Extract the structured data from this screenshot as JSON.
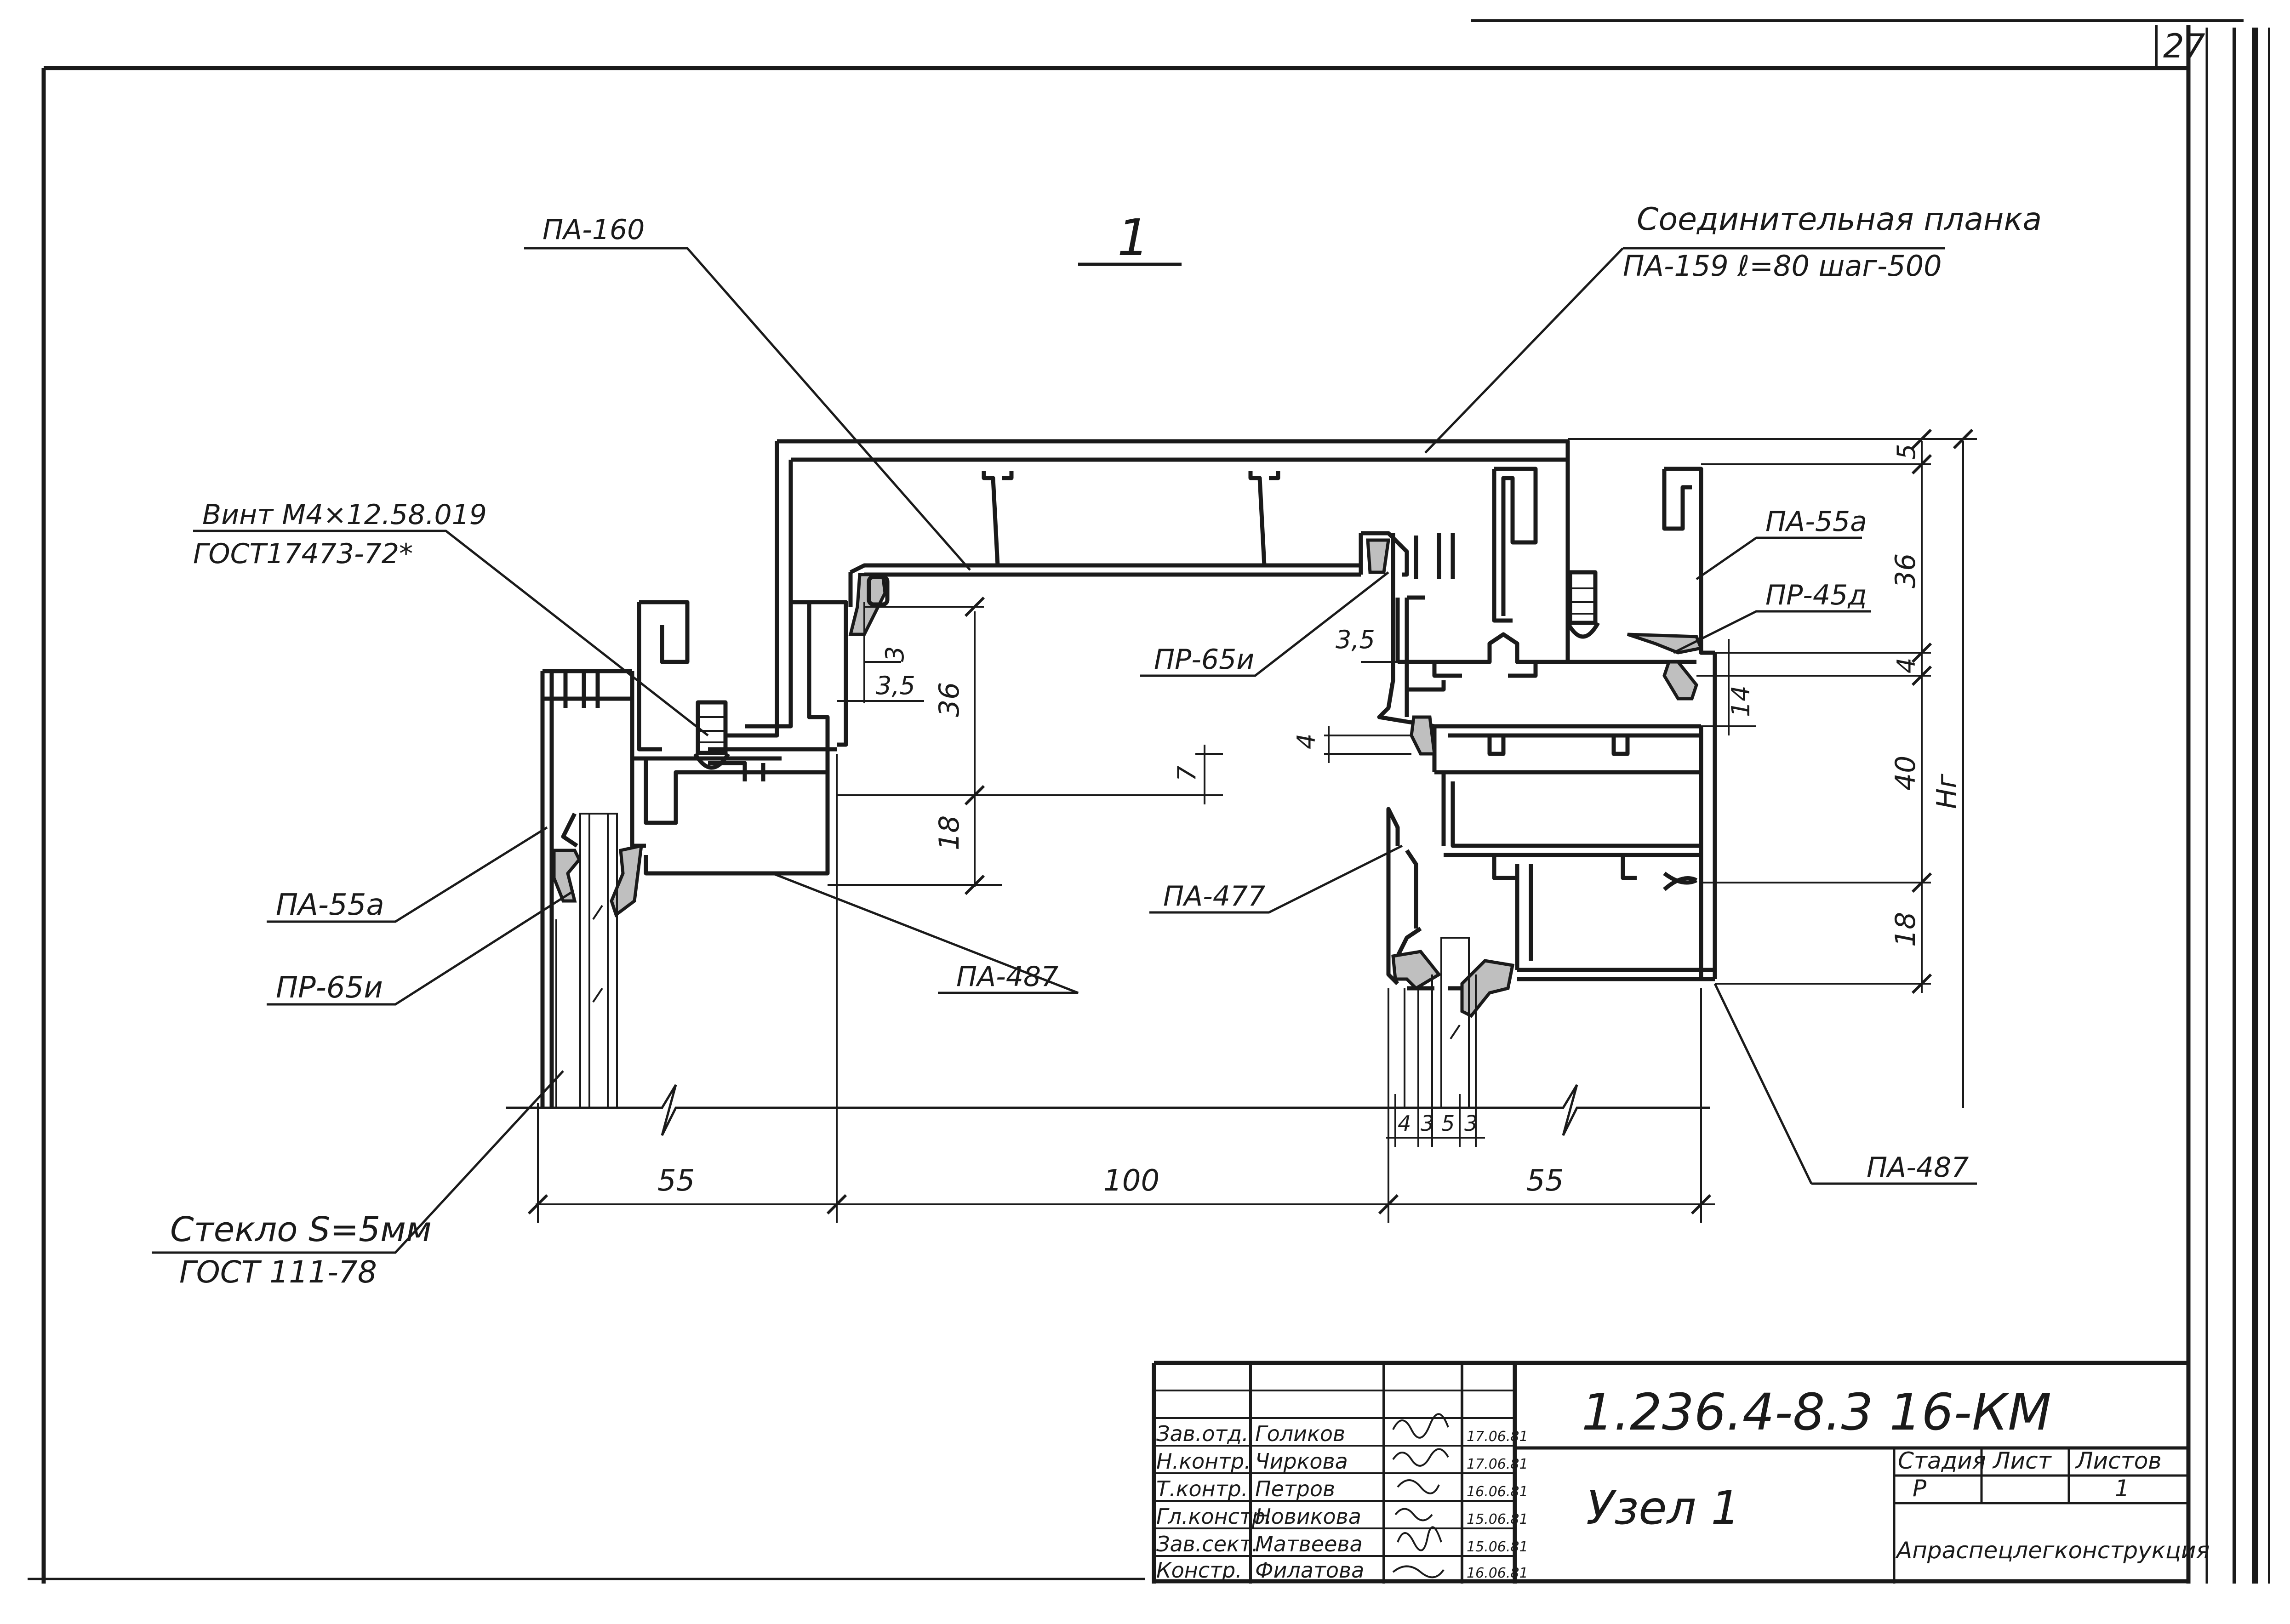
{
  "sheet": {
    "number": "27"
  },
  "node": {
    "title": "1"
  },
  "callouts": {
    "pa160": "ПА-160",
    "plank_line1": "Соединительная планка",
    "plank_line2": "ПА-159 ℓ=80 шаг-500",
    "screw_line1": "Винт М4×12.58.019",
    "screw_line2": "ГОСТ17473-72*",
    "pa55a_left": "ПА-55а",
    "pr65i_left": "ПР-65и",
    "glass_line1": "Стекло S=5мм",
    "glass_line2": "ГОСТ 111-78",
    "pa487_mid": "ПА-487",
    "pr65i_mid": "ПР-65и",
    "pa477": "ПА-477",
    "pa487_right": "ПА-487",
    "pa55a_right": "ПА-55а",
    "pr45d": "ПР-45д"
  },
  "dimensions": {
    "d55_left": "55",
    "d100": "100",
    "d55_right": "55",
    "d36_mid": "36",
    "d18_mid": "18",
    "d3": "3",
    "d3_5_left": "3,5",
    "d3_5_right": "3,5",
    "d7": "7",
    "d4_mid": "4",
    "d5_top": "5",
    "d36_right": "36",
    "d4_right": "4",
    "d14": "14",
    "d40": "40",
    "hg": "Нг",
    "d18_right": "18",
    "glass_chain": [
      "4",
      "3",
      "5",
      "3"
    ]
  },
  "title_block": {
    "code": "1.236.4-8.3 16-КМ",
    "name": "Узел 1",
    "org": "Апраспецлегконструкция",
    "stage_header": "Стадия",
    "sheet_header": "Лист",
    "sheets_header": "Листов",
    "stage_value": "Р",
    "sheets_value": "1",
    "signatures": [
      {
        "role": "Зав.отд.",
        "name": "Голиков",
        "date": "17.06.81"
      },
      {
        "role": "Н.контр.",
        "name": "Чиркова",
        "date": "17.06.81"
      },
      {
        "role": "Т.контр.",
        "name": "Петров",
        "date": "16.06.81"
      },
      {
        "role": "Гл.констр.",
        "name": "Новикова",
        "date": "15.06.81"
      },
      {
        "role": "Зав.сект.",
        "name": "Матвеева",
        "date": "15.06.81"
      },
      {
        "role": "Констр.",
        "name": "Филатова",
        "date": "16.06.81"
      }
    ]
  }
}
